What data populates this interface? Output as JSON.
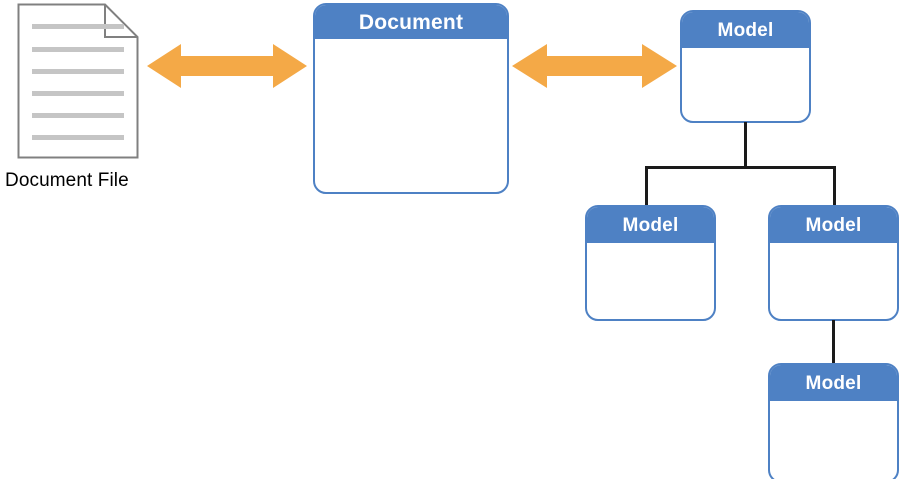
{
  "diagram": {
    "title": "Document and Model relationship diagram",
    "colors": {
      "node_blue": "#4E81C4",
      "arrow_orange": "#F4A947",
      "connector_black": "#1a1a1a",
      "doc_line_gray": "#C5C5C5",
      "doc_outline_gray": "#808080",
      "node_body_white": "#FFFFFF",
      "header_text_white": "#FFFFFF",
      "label_text_black": "#000000"
    },
    "document_file": {
      "icon_name": "document-file-icon",
      "label": "Document File",
      "line_count": 6
    },
    "nodes": [
      {
        "id": "document",
        "title": "Document",
        "icon_name": "uml-class-box"
      },
      {
        "id": "model-root",
        "title": "Model",
        "icon_name": "uml-class-box"
      },
      {
        "id": "model-left",
        "title": "Model",
        "icon_name": "uml-class-box"
      },
      {
        "id": "model-right",
        "title": "Model",
        "icon_name": "uml-class-box"
      },
      {
        "id": "model-leaf",
        "title": "Model",
        "icon_name": "uml-class-box"
      }
    ],
    "arrows": [
      {
        "id": "doc-to-document",
        "kind": "double-headed-arrow",
        "from": "Document File",
        "to": "Document"
      },
      {
        "id": "document-to-model",
        "kind": "double-headed-arrow",
        "from": "Document",
        "to": "Model"
      }
    ],
    "connectors": [
      {
        "id": "root-down",
        "from": "model-root",
        "to": "branch"
      },
      {
        "id": "branch-h",
        "from": "branch",
        "to": "branch"
      },
      {
        "id": "left-down",
        "from": "branch",
        "to": "model-left"
      },
      {
        "id": "right-down",
        "from": "branch",
        "to": "model-right"
      },
      {
        "id": "right-to-leaf",
        "from": "model-right",
        "to": "model-leaf"
      }
    ]
  }
}
